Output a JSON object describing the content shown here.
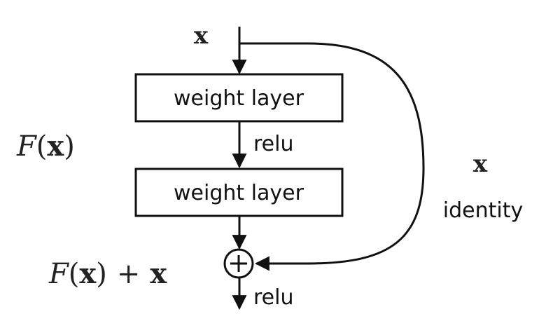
{
  "diagram": {
    "title": "Residual learning building block",
    "input_label": "x",
    "layers": [
      {
        "label": "weight layer"
      },
      {
        "label": "weight layer"
      }
    ],
    "activations": {
      "between_layers": "relu",
      "output": "relu"
    },
    "left_annotations": {
      "residual_function": {
        "calligraphic": "F",
        "open": "(",
        "var": "x",
        "close": ")"
      },
      "sum": {
        "calligraphic": "F",
        "open": "(",
        "var": "x",
        "close": ")",
        "plus": "+",
        "var2": "x"
      }
    },
    "shortcut": {
      "var_label": "x",
      "type_label": "identity"
    },
    "add_node_symbol": "+",
    "colors": {
      "line": "#111111",
      "text": "#111111",
      "background": "#ffffff"
    }
  }
}
